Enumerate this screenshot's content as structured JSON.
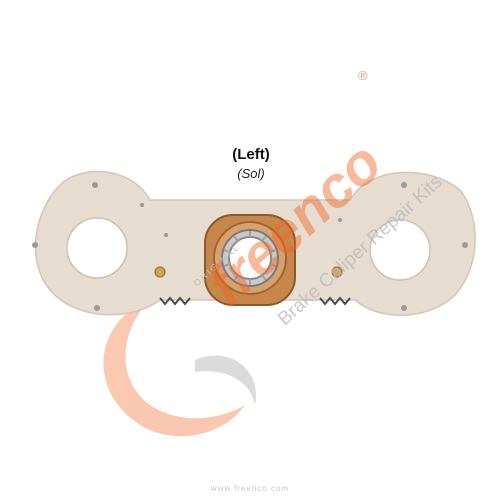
{
  "product": {
    "label_main": "(Left)",
    "label_sub": "(Sol)"
  },
  "watermark": {
    "original_text": "ORIGINAL",
    "brand_text": "freenco",
    "registered_mark": "®",
    "tagline": "Brake Caliper Repair Kits",
    "website": "www.freenco.com",
    "brand_color": "#f26522",
    "gray_color": "#b8b8b8"
  },
  "part": {
    "plate_color": "#e6dcd0",
    "bearing_ring_color": "#c7874a",
    "bearing_metal_color": "#c9c9c9"
  }
}
